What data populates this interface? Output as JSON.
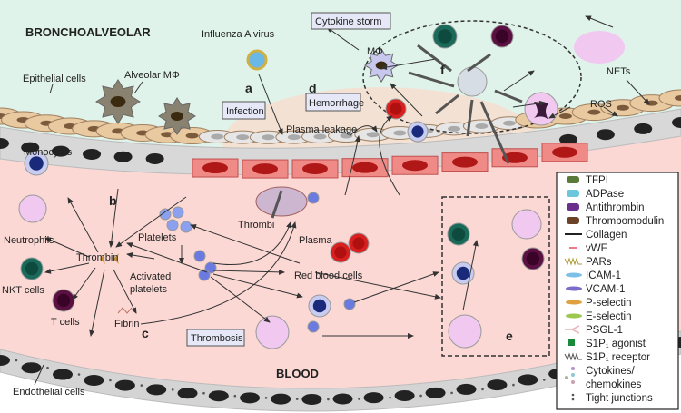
{
  "regions": {
    "top": "BRONCHOALVEOLAR",
    "bottom": "BLOOD"
  },
  "labels": {
    "influenza": "Influenza A virus",
    "epithelial": "Epithelial cells",
    "alveolar_macrophage": "Alveolar MΦ",
    "macrophage": "MΦ",
    "plasma_leakage": "Plasma leakage",
    "nets": "NETs",
    "ros": "ROS",
    "monocytes": "Monocytes",
    "neutrophils": "Neutrophils",
    "thrombin": "Thrombin",
    "nkt_cells": "NKT cells",
    "t_cells": "T cells",
    "platelets": "Platelets",
    "activated_platelets_1": "Activated",
    "activated_platelets_2": "platelets",
    "fibrin": "Fibrin",
    "thrombi": "Thrombi",
    "plasma": "Plasma",
    "red_blood_cells": "Red blood cells",
    "endothelial": "Endothelial cells"
  },
  "panels": {
    "a": "a",
    "b": "b",
    "c": "c",
    "d": "d",
    "e": "e",
    "f": "f"
  },
  "boxes": {
    "infection": "Infection",
    "hemorrhage": "Hemorrhage",
    "cytokine_storm": "Cytokine storm",
    "thrombosis": "Thrombosis"
  },
  "legend": [
    {
      "label": "TFPI",
      "icon": "tfpi",
      "color": "#5a7a3a"
    },
    {
      "label": "ADPase",
      "icon": "adpase",
      "color": "#6cc6dc"
    },
    {
      "label": "Antithrombin",
      "icon": "antithrombin",
      "color": "#6a2f8a"
    },
    {
      "label": "Thrombomodulin",
      "icon": "thrombomodulin",
      "color": "#6b4226"
    },
    {
      "label": "Collagen",
      "icon": "collagen",
      "color": "#222222"
    },
    {
      "label": "vWF",
      "icon": "vwf",
      "color": "#e0505a"
    },
    {
      "label": "PARs",
      "icon": "pars",
      "color": "#b09a30"
    },
    {
      "label": "ICAM-1",
      "icon": "icam1",
      "color": "#7cc0e8"
    },
    {
      "label": "VCAM-1",
      "icon": "vcam1",
      "color": "#7a6cc8"
    },
    {
      "label": "P-selectin",
      "icon": "p-selectin",
      "color": "#e0a040"
    },
    {
      "label": "E-selectin",
      "icon": "e-selectin",
      "color": "#9cc850"
    },
    {
      "label": "PSGL-1",
      "icon": "psgl1",
      "color": "#e8b0b8"
    },
    {
      "label": "S1P₁ agonist",
      "icon": "s1p-agonist",
      "color": "#1a8a3a"
    },
    {
      "label": "S1P₁ receptor",
      "icon": "s1p-receptor",
      "color": "#555555"
    },
    {
      "label": "Cytokines/",
      "icon": "cytokines",
      "color": "#b890c8"
    },
    {
      "label": "chemokines",
      "icon": "",
      "color": ""
    },
    {
      "label": "Tight junctions",
      "icon": "tight-junctions",
      "color": "#555555"
    }
  ],
  "colors": {
    "alveolar_bg": "#dff3ea",
    "blood_bg": "#fbd8d4",
    "hemorrhage_bg": "#f3e2d4",
    "endothelium": "#d8d8d8",
    "epithelium": "#e8c9a0",
    "box_fill": "#e6e8f8"
  }
}
